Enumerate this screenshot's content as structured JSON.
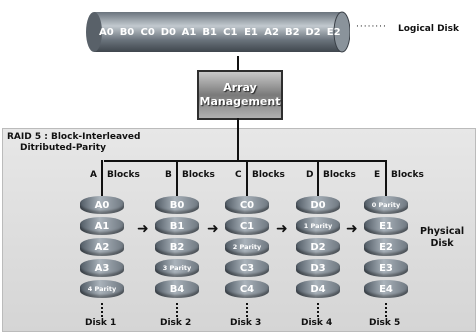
{
  "logical_disk": {
    "blocks": [
      "A0",
      "B0",
      "C0",
      "D0",
      "A1",
      "B1",
      "C1",
      "E1",
      "A2",
      "B2",
      "D2",
      "E2"
    ],
    "label": "Logical Disk"
  },
  "array": {
    "line1": "Array",
    "line2": "Management"
  },
  "raid": {
    "title_line1": "RAID 5 : Block-Interleaved",
    "title_line2": "Ditributed-Parity"
  },
  "blocks_word": "Blocks",
  "disks": [
    {
      "letter": "A",
      "name": "Disk 1",
      "cells": [
        "A0",
        "A1",
        "A2",
        "A3",
        "4 Parity"
      ]
    },
    {
      "letter": "B",
      "name": "Disk 2",
      "cells": [
        "B0",
        "B1",
        "B2",
        "3 Parity",
        "B4"
      ]
    },
    {
      "letter": "C",
      "name": "Disk 3",
      "cells": [
        "C0",
        "C1",
        "2 Parity",
        "C3",
        "C4"
      ]
    },
    {
      "letter": "D",
      "name": "Disk 4",
      "cells": [
        "D0",
        "1 Parity",
        "D2",
        "D3",
        "D4"
      ]
    },
    {
      "letter": "E",
      "name": "Disk 5",
      "cells": [
        "0 Parity",
        "E1",
        "E2",
        "E3",
        "E4"
      ]
    }
  ],
  "physical_label": {
    "line1": "Physical",
    "line2": "Disk"
  },
  "colors": {
    "cylinder_dark": "#4f5963",
    "cylinder_light": "#b4bcc4"
  }
}
